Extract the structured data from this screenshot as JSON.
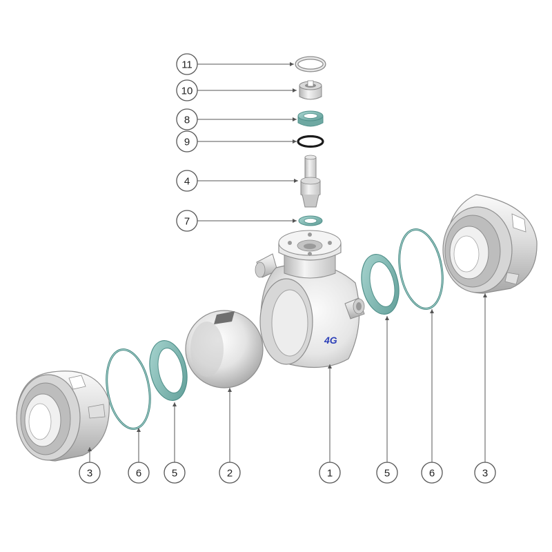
{
  "diagram": {
    "logo_text": "4G",
    "callouts": {
      "c11": "11",
      "c10": "10",
      "c8": "8",
      "c9": "9",
      "c4": "4",
      "c7": "7",
      "b3_left": "3",
      "b6_left": "6",
      "b5_left": "5",
      "b2": "2",
      "b1": "1",
      "b5_right": "5",
      "b6_right": "6",
      "b3_right": "3"
    }
  },
  "colors": {
    "metal_light": "#f2f2f2",
    "metal_mid": "#cfcfcf",
    "metal_dark": "#9a9a9a",
    "seal_teal": "#7fb8b3",
    "seal_teal_dark": "#4f8f89",
    "oring_black": "#1a1a1a",
    "logo_blue": "#2c3fb8"
  }
}
